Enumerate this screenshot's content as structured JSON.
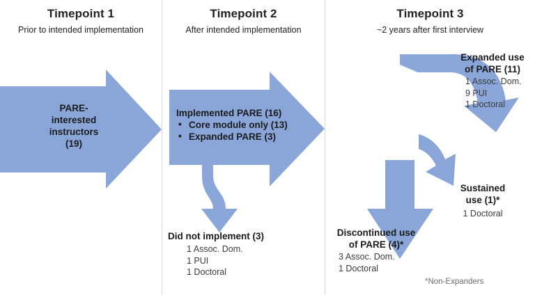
{
  "theme": {
    "arrow_fill": "#8aa6d9",
    "divider": "#d8d8d8",
    "text": "#231f20",
    "detail_text": "#3a3a3a",
    "footnote_text": "#6d6d6d",
    "background": "#ffffff"
  },
  "columns": [
    {
      "title": "Timepoint 1",
      "subtitle": "Prior to intended implementation"
    },
    {
      "title": "Timepoint 2",
      "subtitle": "After intended implementation"
    },
    {
      "title": "Timepoint 3",
      "subtitle": "~2 years after first interview"
    }
  ],
  "arrow1": {
    "line1": "PARE-",
    "line2": "interested",
    "line3": "instructors",
    "line4": "(19)"
  },
  "arrow2": {
    "heading": "Implemented PARE (16)",
    "bullet_glyph": "•",
    "bullets": [
      "Core module only (13)",
      "Expanded PARE (3)"
    ]
  },
  "did_not_implement": {
    "title": "Did not implement (3)",
    "details": [
      "1 Assoc. Dom.",
      "1 PUI",
      "1 Doctoral"
    ]
  },
  "expanded_use": {
    "title_line1": "Expanded use",
    "title_line2": "of PARE (11)",
    "details": [
      "1 Assoc. Dom.",
      "9 PUI",
      "1 Doctoral"
    ]
  },
  "sustained_use": {
    "title_line1": "Sustained",
    "title_line2": "use (1)*",
    "details": [
      "1 Doctoral"
    ]
  },
  "discontinued_use": {
    "title_line1": "Discontinued use",
    "title_line2": "of PARE (4)*",
    "details": [
      "3 Assoc. Dom.",
      "1 Doctoral"
    ]
  },
  "footnote": "*Non-Expanders"
}
